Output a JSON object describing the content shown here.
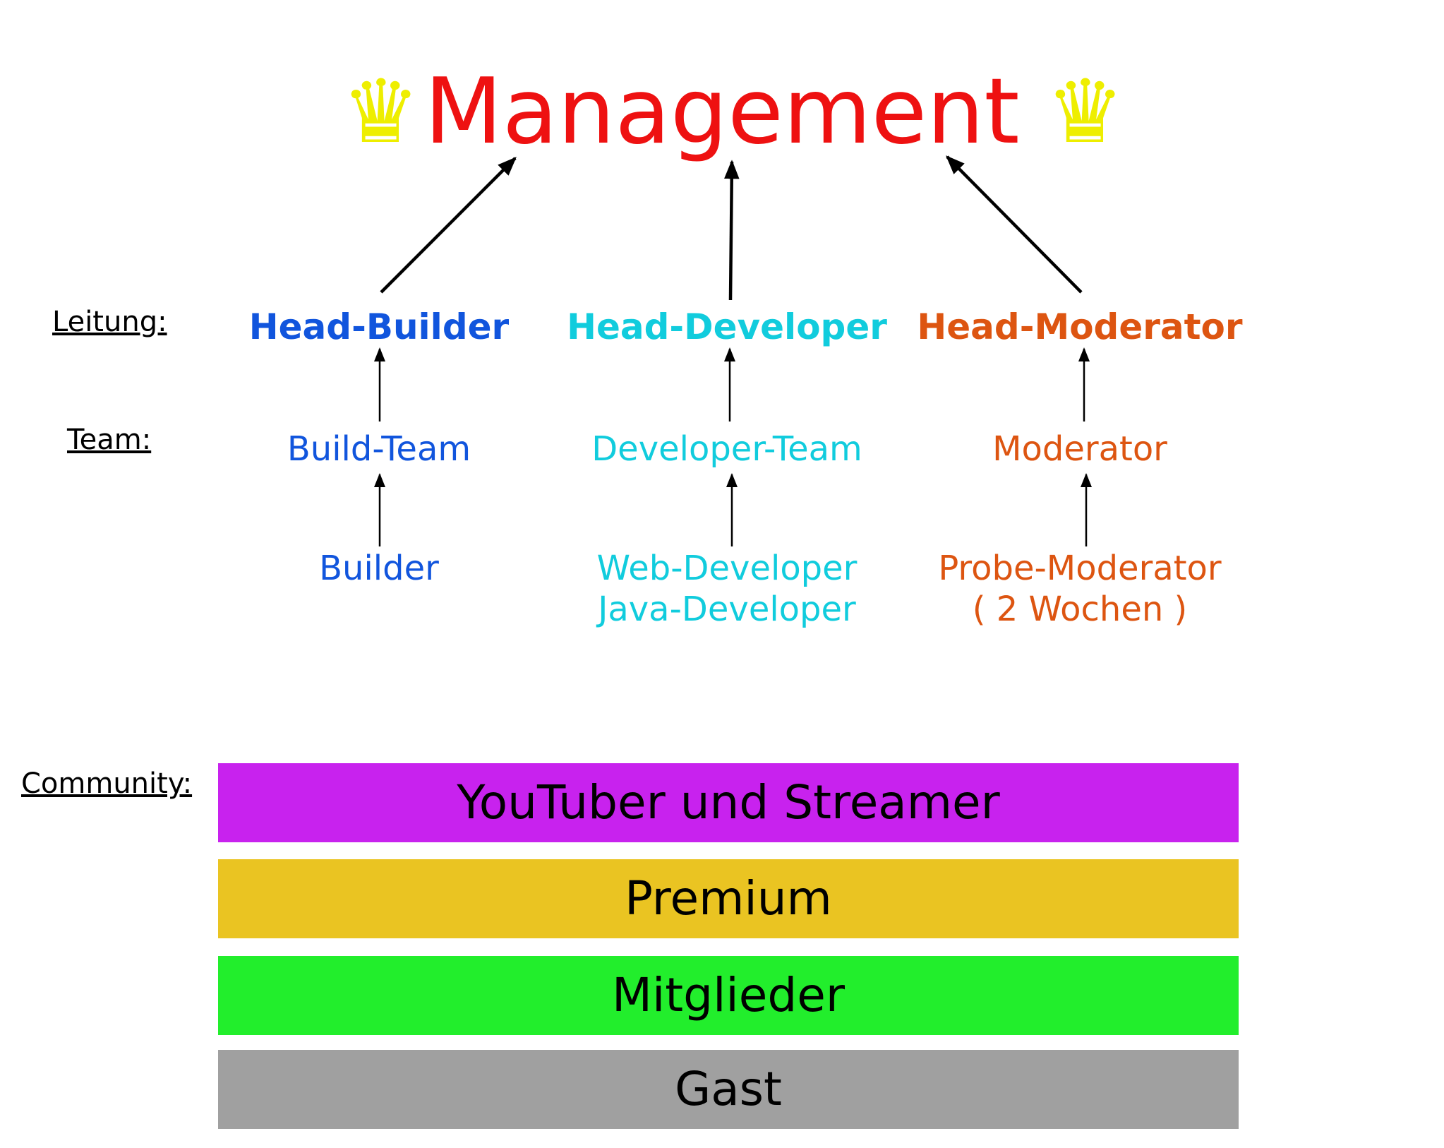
{
  "title": {
    "text": "Management",
    "color": "#ee1111"
  },
  "crown": {
    "icon": "crown-icon",
    "glyph": "♛",
    "color": "#eeee00"
  },
  "side_labels": {
    "leitung": "Leitung:",
    "team": "Team:",
    "community": "Community:"
  },
  "columns": [
    {
      "head": "Head-Builder",
      "team": "Build-Team",
      "members": [
        "Builder"
      ],
      "color": "#1155dd"
    },
    {
      "head": "Head-Developer",
      "team": "Developer-Team",
      "members": [
        "Web-Developer",
        "Java-Developer"
      ],
      "color": "#11ccdd"
    },
    {
      "head": "Head-Moderator",
      "team": "Moderator",
      "members": [
        "Probe-Moderator",
        "( 2 Wochen )"
      ],
      "color": "#dd5511"
    }
  ],
  "community": [
    {
      "label": "YouTuber und Streamer",
      "color": "#c822ee"
    },
    {
      "label": "Premium",
      "color": "#eac422"
    },
    {
      "label": "Mitglieder",
      "color": "#22ee2c"
    },
    {
      "label": "Gast",
      "color": "#a0a0a0"
    }
  ]
}
